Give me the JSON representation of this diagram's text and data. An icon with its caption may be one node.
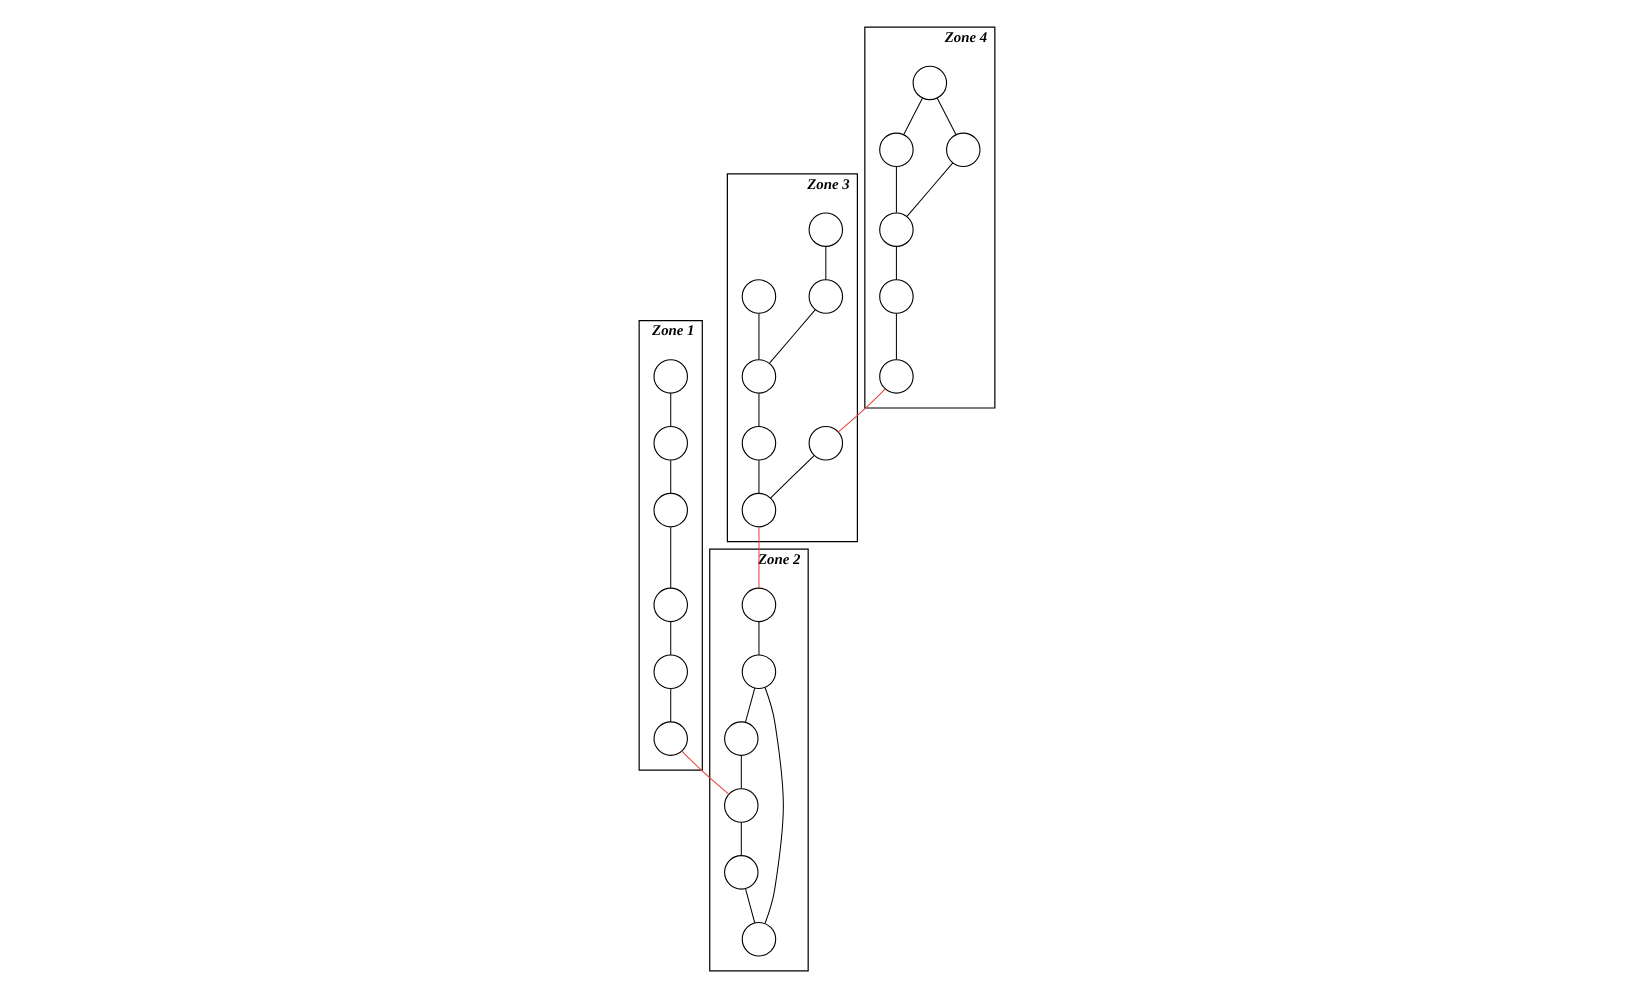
{
  "diagram": {
    "nodes": [
      {
        "text": [
          "Zone 4"
        ]
      },
      {
        "text": [],
        "shape": "circle",
        "in": 0
      },
      {
        "text": [],
        "shape": "circle",
        "in": 0
      },
      {
        "text": [],
        "shape": "circle",
        "in": 0
      },
      {
        "text": [],
        "shape": "circle",
        "in": 0
      },
      {
        "text": [],
        "shape": "circle",
        "in": 0
      },
      {
        "text": [],
        "shape": "circle",
        "in": 0
      },
      {
        "text": [
          "Zone 1"
        ]
      },
      {
        "text": [],
        "shape": "circle",
        "in": 7
      },
      {
        "text": [],
        "shape": "circle",
        "in": 7
      },
      {
        "text": [],
        "shape": "circle",
        "in": 7
      },
      {
        "text": [],
        "shape": "circle",
        "in": 7
      },
      {
        "text": [],
        "shape": "circle",
        "in": 7
      },
      {
        "text": [],
        "shape": "circle",
        "in": 7
      },
      {
        "text": [
          "Zone 3"
        ]
      },
      {
        "text": [],
        "shape": "circle",
        "in": 14
      },
      {
        "text": [],
        "shape": "circle",
        "in": 14
      },
      {
        "text": [],
        "shape": "circle",
        "in": 14
      },
      {
        "text": [],
        "shape": "circle",
        "in": 14
      },
      {
        "text": [],
        "shape": "circle",
        "in": 14
      },
      {
        "text": [],
        "shape": "circle",
        "in": 14
      },
      {
        "text": [],
        "shape": "circle",
        "in": 14
      },
      {
        "text": [
          "Zone 2"
        ]
      },
      {
        "text": [],
        "shape": "circle",
        "in": 22
      },
      {
        "text": [],
        "shape": "circle",
        "in": 22
      },
      {
        "text": [],
        "shape": "circle",
        "in": 22
      },
      {
        "text": [],
        "shape": "circle",
        "in": 22
      },
      {
        "text": [],
        "shape": "circle",
        "in": 22
      },
      {
        "text": [],
        "shape": "circle",
        "in": 22
      }
    ],
    "edges": [
      {
        "from": 2,
        "to": 1,
        "arrow": "none"
      },
      {
        "from": 1,
        "to": 4,
        "arrow": "none"
      },
      {
        "from": 2,
        "to": 5,
        "arrow": "none"
      },
      {
        "from": 5,
        "to": 4,
        "arrow": "none"
      },
      {
        "from": 4,
        "to": 3,
        "arrow": "none"
      },
      {
        "from": 3,
        "to": 6,
        "arrow": "none"
      },
      {
        "from": 8,
        "to": 9,
        "arrow": "none"
      },
      {
        "from": 9,
        "to": 10,
        "arrow": "none"
      },
      {
        "from": 10,
        "to": 11,
        "arrow": "none"
      },
      {
        "from": 11,
        "to": 12,
        "arrow": "none"
      },
      {
        "from": 12,
        "to": 13,
        "arrow": "none"
      },
      {
        "from": 15,
        "to": 18,
        "arrow": "none"
      },
      {
        "from": 18,
        "to": 21,
        "arrow": "none"
      },
      {
        "from": 17,
        "to": 21,
        "arrow": "none"
      },
      {
        "from": 21,
        "to": 20,
        "arrow": "none"
      },
      {
        "from": 20,
        "to": 19,
        "arrow": "none"
      },
      {
        "from": 16,
        "to": 19,
        "arrow": "none"
      },
      {
        "from": 25,
        "to": 27,
        "arrow": "none"
      },
      {
        "from": 27,
        "to": 24,
        "arrow": "none"
      },
      {
        "from": 24,
        "to": 23,
        "arrow": "none"
      },
      {
        "from": 23,
        "to": 26,
        "arrow": "none"
      },
      {
        "from": 26,
        "to": 28,
        "arrow": "none"
      },
      {
        "from": 28,
        "to": 27,
        "arrow": "none"
      },
      {
        "from": 6,
        "to": 16,
        "arrow": "none",
        "color": "#e8403a"
      },
      {
        "from": 13,
        "to": 23,
        "arrow": "none",
        "color": "#e8403a"
      },
      {
        "from": 19,
        "to": 25,
        "arrow": "none",
        "color": "#e8403a"
      }
    ]
  }
}
